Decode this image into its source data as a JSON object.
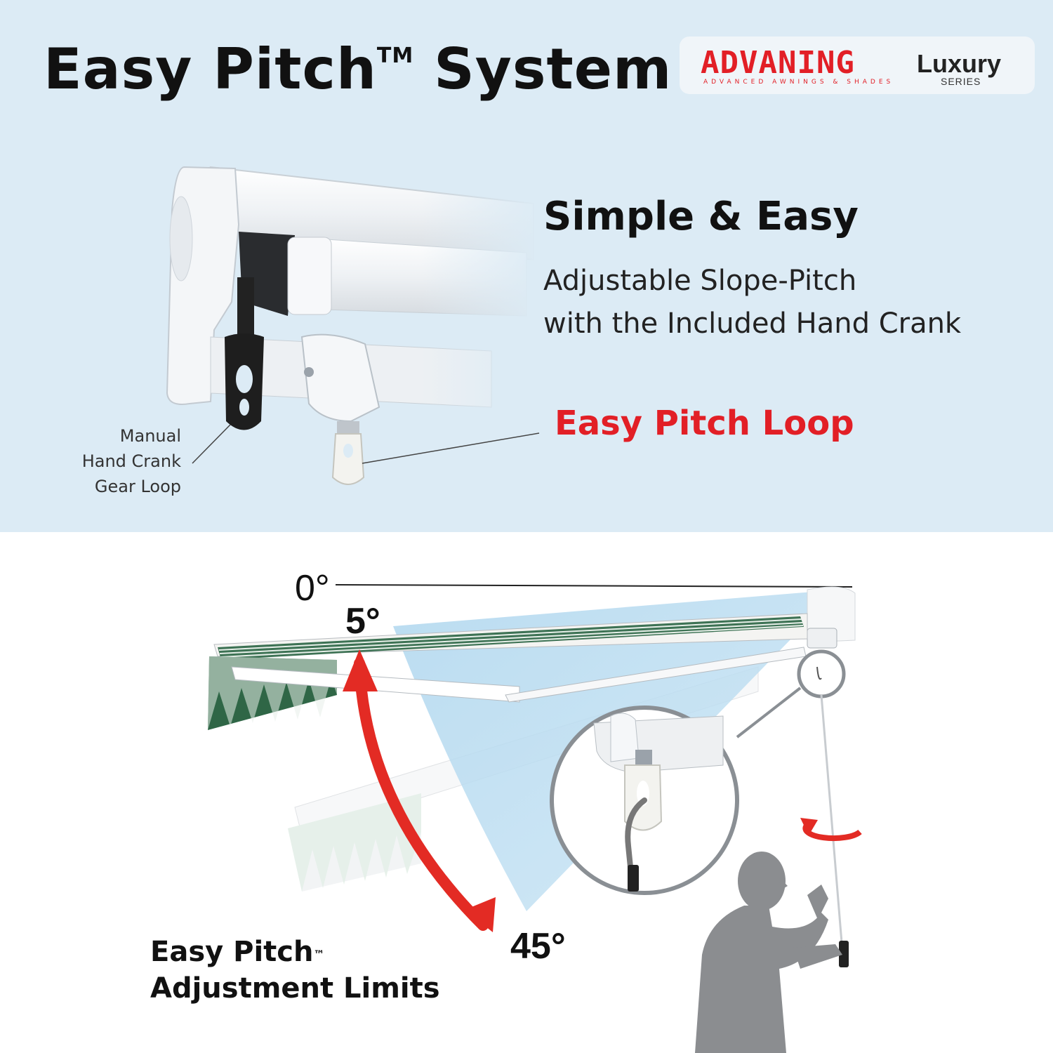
{
  "header": {
    "title": "Easy Pitch",
    "title_mark": "TM",
    "title_suffix": "System"
  },
  "brand": {
    "name": "ADVANING",
    "tagline": "ADVANCED AWNINGS & SHADES",
    "luxury": "Luxury",
    "series": "SERIES",
    "color": "#e21f26"
  },
  "feature": {
    "heading": "Simple & Easy",
    "line1": "Adjustable Slope-Pitch",
    "line2": "with the Included Hand Crank",
    "loop_label": "Easy Pitch Loop"
  },
  "callout": {
    "line1": "Manual",
    "line2": "Hand Crank",
    "line3": "Gear Loop"
  },
  "diagram": {
    "angle_zero": "0°",
    "angle_min": "5°",
    "angle_max": "45°",
    "limits_line1": "Easy Pitch",
    "limits_mark": "™",
    "limits_line2": "Adjustment Limits",
    "accent": "#e32b24",
    "sweep_color": "#aed6ee"
  }
}
